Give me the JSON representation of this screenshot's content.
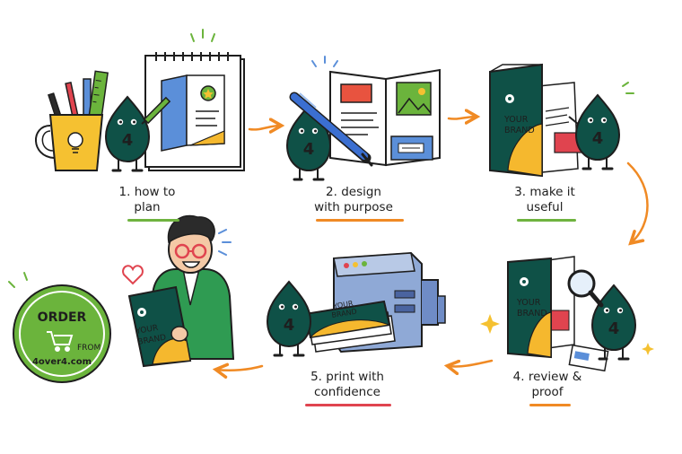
{
  "steps": [
    {
      "number": "1.",
      "line1": "how to",
      "line2": "plan",
      "underline_color": "#6fb33f"
    },
    {
      "number": "2.",
      "line1": "design",
      "line2": "with purpose",
      "underline_color": "#f08a24"
    },
    {
      "number": "3.",
      "line1": "make it",
      "line2": "useful",
      "underline_color": "#6fb33f"
    },
    {
      "number": "4.",
      "line1": "review &",
      "line2": "proof",
      "underline_color": "#f08a24"
    },
    {
      "number": "5.",
      "line1": "print with",
      "line2": "confidence",
      "underline_color": "#e0444f"
    }
  ],
  "mascot": {
    "label": "4",
    "color": "#0f5147"
  },
  "brochure": {
    "brand_line1": "YOUR",
    "brand_line2": "BRAND"
  },
  "order_badge": {
    "line1": "ORDER",
    "line2": "FROM",
    "line3": "4over4.com",
    "color": "#6bb43c"
  },
  "colors": {
    "dark_green": "#0f5147",
    "orange": "#f08a24",
    "yellow": "#f5b82e",
    "green": "#6bb43c",
    "red": "#e0444f",
    "blue": "#5b8fd9"
  }
}
